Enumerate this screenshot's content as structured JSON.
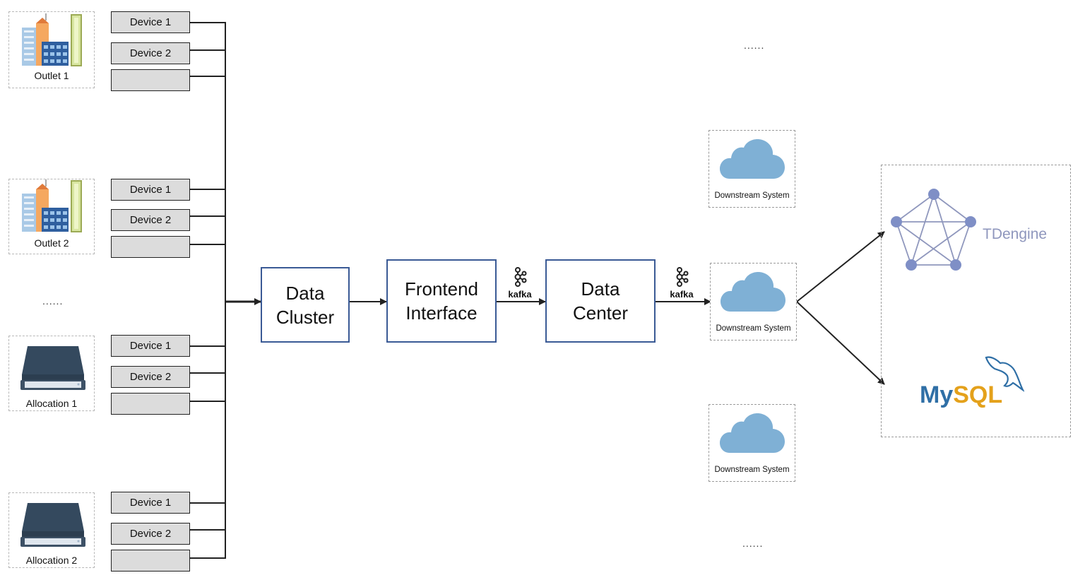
{
  "sites": [
    {
      "label": "Outlet 1",
      "icon": "building-icon",
      "devices": [
        "Device 1",
        "Device 2",
        ""
      ]
    },
    {
      "label": "Outlet 2",
      "icon": "building-icon",
      "devices": [
        "Device 1",
        "Device 2",
        ""
      ]
    },
    {
      "label": "Allocation 1",
      "icon": "scanner-icon",
      "devices": [
        "Device 1",
        "Device 2",
        ""
      ]
    },
    {
      "label": "Allocation 2",
      "icon": "scanner-icon",
      "devices": [
        "Device 1",
        "Device 2",
        ""
      ]
    }
  ],
  "left_ellipsis": "......",
  "processing": {
    "data_cluster": {
      "line1": "Data",
      "line2": "Cluster"
    },
    "frontend": {
      "line1": "Frontend",
      "line2": "Interface"
    },
    "data_center": {
      "line1": "Data",
      "line2": "Center"
    }
  },
  "kafka_label": "kafka",
  "downstream": {
    "label": "Downstream System",
    "top_ellipsis": "......",
    "bottom_ellipsis": "......"
  },
  "databases": {
    "tdengine": "TDengine",
    "mysql_part1": "My",
    "mysql_part2": "SQL"
  },
  "colors": {
    "box_border": "#3a5a95",
    "cloud": "#7fb0d5",
    "tdengine": "#8f97bd",
    "mysql_blue": "#2f6fa6",
    "mysql_orange": "#e4a11b"
  }
}
